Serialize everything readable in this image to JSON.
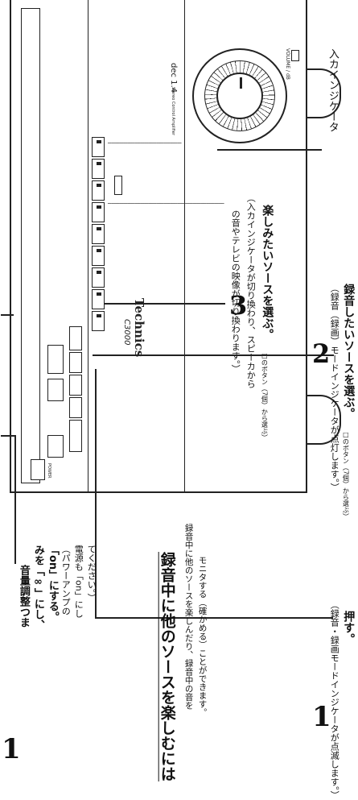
{
  "panel": {
    "brand": "Technics",
    "model": "C3000",
    "model_label_small": "Stereo Control Amplifier",
    "gain_label": "dec 1.4",
    "volume_label": "VOLUME / dB",
    "power_label": "POWER",
    "foot_label": "入カインジケータ"
  },
  "step1": {
    "number": "1",
    "lines": [
      "音量調整つま",
      "みを「∞」にし、",
      "「on」にする。",
      "（パワーアンプの",
      "電源も「on」にし",
      "てください。）"
    ]
  },
  "step1b": {
    "number": "1",
    "main": "押す。",
    "note": "（録音・録画モードインジケータが点滅します。）"
  },
  "step2": {
    "number": "2",
    "main": "録音したいソースを選ぶ。",
    "note_main": "□のボタン（7個）から選ぶ）",
    "note": "（録音（録画）モードインジケータが点灯します。）"
  },
  "step3": {
    "number": "3",
    "main": "楽しみたいソースを選ぶ。",
    "note_main": "□のボタン（7個）から選ぶ）",
    "note1": "（入カインジケータが切り換わり、スピーカから",
    "note2": "の音やテレビの映像が切り換わります。）"
  },
  "section": {
    "title": "録音中に他のソースを楽しむには",
    "body1": "録音中に他のソースを楽しんだり、録音中の音を",
    "body2": "モニタする（確かめる）ことができます。"
  }
}
